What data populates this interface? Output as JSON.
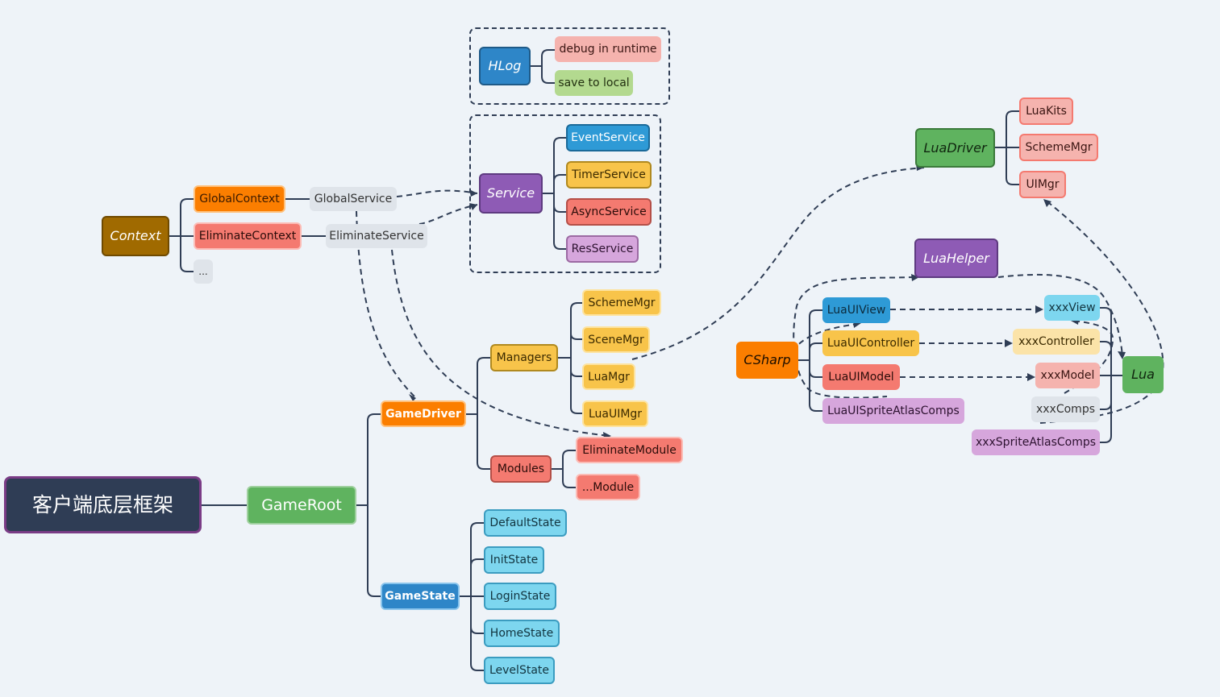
{
  "root": {
    "label": "客户端底层框架"
  },
  "game_root": {
    "label": "GameRoot"
  },
  "game_driver": {
    "label": "GameDriver"
  },
  "game_state": {
    "label": "GameState"
  },
  "managers": {
    "label": "Managers",
    "items": [
      "SchemeMgr",
      "SceneMgr",
      "LuaMgr",
      "LuaUIMgr"
    ]
  },
  "modules": {
    "label": "Modules",
    "items": [
      "EliminateModule",
      "...Module"
    ]
  },
  "states": [
    "DefaultState",
    "InitState",
    "LoginState",
    "HomeState",
    "LevelState"
  ],
  "context": {
    "label": "Context",
    "global_context": "GlobalContext",
    "eliminate_context": "EliminateContext",
    "more": "...",
    "global_service": "GlobalService",
    "eliminate_service": "EliminateService"
  },
  "hlog": {
    "label": "HLog",
    "items": [
      "debug in runtime",
      "save to local"
    ]
  },
  "service": {
    "label": "Service",
    "items": [
      "EventService",
      "TimerService",
      "AsyncService",
      "ResService"
    ]
  },
  "lua_driver": {
    "label": "LuaDriver",
    "items": [
      "LuaKits",
      "SchemeMgr",
      "UIMgr"
    ]
  },
  "lua_helper": {
    "label": "LuaHelper"
  },
  "csharp": {
    "label": "CSharp",
    "items": [
      "LuaUIView",
      "LuaUIController",
      "LuaUIModel",
      "LuaUISpriteAtlasComps"
    ]
  },
  "lua": {
    "label": "Lua",
    "items": [
      "xxxView",
      "xxxController",
      "xxxModel",
      "xxxComps",
      "xxxSpriteAtlasComps"
    ]
  },
  "colors": {
    "root": "#2f3d55",
    "green": "#5fb35f",
    "orange": "#fb7e00",
    "blue": "#2e86c8",
    "yellow": "#f8c44a",
    "salmon": "#f47a70",
    "pink": "#f5b3ae",
    "lightgreen": "#b3d98f",
    "purple": "#8e5bb5",
    "lavender": "#d6a6dc",
    "cyan": "#7dd6ef",
    "gray": "#dfe4ea",
    "brown": "#a06a00",
    "line": "#2f3d55"
  }
}
